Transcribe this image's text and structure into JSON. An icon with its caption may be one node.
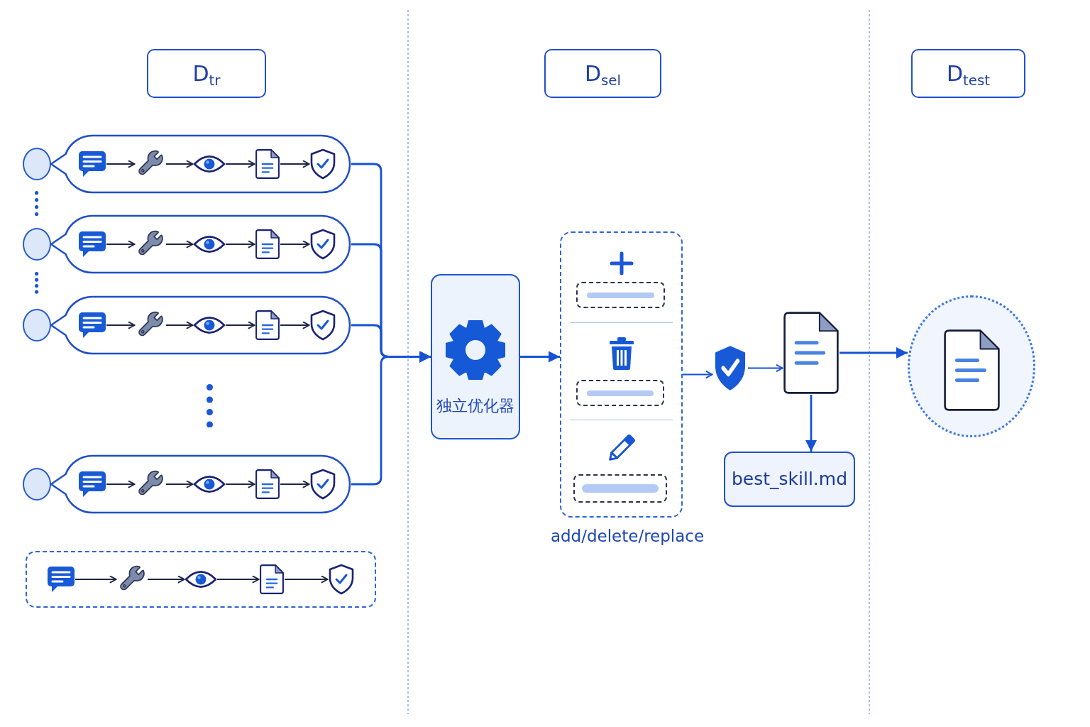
{
  "diagram": {
    "nodes": [
      {
        "text": [
          "D$_{tr}$"
        ]
      },
      {
        "text": [
          "D$_{sel}$"
        ]
      },
      {
        "text": [
          "D$_{test}$"
        ]
      },
      {
        "text": [],
        "shape": "circle"
      },
      {
        "text": [],
        "shape": "bubble"
      },
      {
        "text": [],
        "shape": "message",
        "in": 4
      },
      {
        "text": [],
        "shape": "wrench",
        "in": 4
      },
      {
        "text": [],
        "shape": "eye",
        "in": 4
      },
      {
        "text": [],
        "shape": "document",
        "in": 4
      },
      {
        "text": [],
        "shape": "shield",
        "in": 4
      },
      {
        "text": [],
        "shape": "circle"
      },
      {
        "text": [],
        "shape": "bubble"
      },
      {
        "text": [],
        "shape": "message",
        "in": 11
      },
      {
        "text": [],
        "shape": "wrench",
        "in": 11
      },
      {
        "text": [],
        "shape": "eye",
        "in": 11
      },
      {
        "text": [],
        "shape": "document",
        "in": 11
      },
      {
        "text": [],
        "shape": "shield",
        "in": 11
      },
      {
        "text": [],
        "shape": "circle"
      },
      {
        "text": [],
        "shape": "bubble"
      },
      {
        "text": [],
        "shape": "message",
        "in": 18
      },
      {
        "text": [],
        "shape": "wrench",
        "in": 18
      },
      {
        "text": [],
        "shape": "eye",
        "in": 18
      },
      {
        "text": [],
        "shape": "document",
        "in": 18
      },
      {
        "text": [],
        "shape": "shield",
        "in": 18
      },
      {
        "text": [],
        "shape": "circle"
      },
      {
        "text": [],
        "shape": "bubble"
      },
      {
        "text": [],
        "shape": "message",
        "in": 25
      },
      {
        "text": [],
        "shape": "wrench",
        "in": 25
      },
      {
        "text": [],
        "shape": "eye",
        "in": 25
      },
      {
        "text": [],
        "shape": "document",
        "in": 25
      },
      {
        "text": [],
        "shape": "shield",
        "in": 25
      },
      {
        "text": [],
        "shape": "box"
      },
      {
        "text": [],
        "shape": "message",
        "in": 31
      },
      {
        "text": [],
        "shape": "wrench",
        "in": 31
      },
      {
        "text": [],
        "shape": "eye",
        "in": 31
      },
      {
        "text": [],
        "shape": "document",
        "in": 31
      },
      {
        "text": [],
        "shape": "shield",
        "in": 31
      },
      {
        "text": [
          "独立优化器"
        ]
      },
      {
        "text": [],
        "shape": "box",
        "beside": [
          "add/delete/replace"
        ]
      },
      {
        "text": [],
        "shape": "shield"
      },
      {
        "text": [],
        "shape": "document"
      },
      {
        "text": [
          "best_skill.md"
        ]
      },
      {
        "text": [],
        "shape": "circle"
      },
      {
        "text": [],
        "shape": "document",
        "in": 42
      }
    ],
    "edges": [
      {
        "from": 5,
        "to": 6,
        "arrow": "to"
      },
      {
        "from": 6,
        "to": 7,
        "arrow": "to"
      },
      {
        "from": 7,
        "to": 8,
        "arrow": "to"
      },
      {
        "from": 8,
        "to": 9,
        "arrow": "to"
      },
      {
        "from": 12,
        "to": 13,
        "arrow": "to"
      },
      {
        "from": 13,
        "to": 14,
        "arrow": "to"
      },
      {
        "from": 14,
        "to": 15,
        "arrow": "to"
      },
      {
        "from": 15,
        "to": 16,
        "arrow": "to"
      },
      {
        "from": 19,
        "to": 20,
        "arrow": "to"
      },
      {
        "from": 20,
        "to": 21,
        "arrow": "to"
      },
      {
        "from": 21,
        "to": 22,
        "arrow": "to"
      },
      {
        "from": 22,
        "to": 23,
        "arrow": "to"
      },
      {
        "from": 26,
        "to": 27,
        "arrow": "to"
      },
      {
        "from": 27,
        "to": 28,
        "arrow": "to"
      },
      {
        "from": 28,
        "to": 29,
        "arrow": "to"
      },
      {
        "from": 29,
        "to": 30,
        "arrow": "to"
      },
      {
        "from": 32,
        "to": 33,
        "arrow": "to"
      },
      {
        "from": 33,
        "to": 34,
        "arrow": "to"
      },
      {
        "from": 34,
        "to": 35,
        "arrow": "to"
      },
      {
        "from": 35,
        "to": 36,
        "arrow": "to"
      },
      {
        "from": 4,
        "to": 37,
        "arrow": "to",
        "color": "#1552d6"
      },
      {
        "from": 11,
        "to": 37,
        "arrow": "to",
        "color": "#1552d6"
      },
      {
        "from": 18,
        "to": 37,
        "arrow": "to",
        "color": "#1552d6"
      },
      {
        "from": 25,
        "to": 37,
        "arrow": "to",
        "color": "#1552d6"
      },
      {
        "from": 37,
        "to": 38,
        "arrow": "to",
        "color": "#1552d6"
      },
      {
        "from": 38,
        "to": 39,
        "arrow": "to",
        "color": "#1552d6"
      },
      {
        "from": 39,
        "to": 40,
        "arrow": "to",
        "color": "#1552d6"
      },
      {
        "from": 40,
        "to": 41,
        "arrow": "to",
        "color": "#1552d6"
      },
      {
        "from": 40,
        "to": 42,
        "arrow": "to",
        "color": "#1552d6"
      }
    ]
  }
}
